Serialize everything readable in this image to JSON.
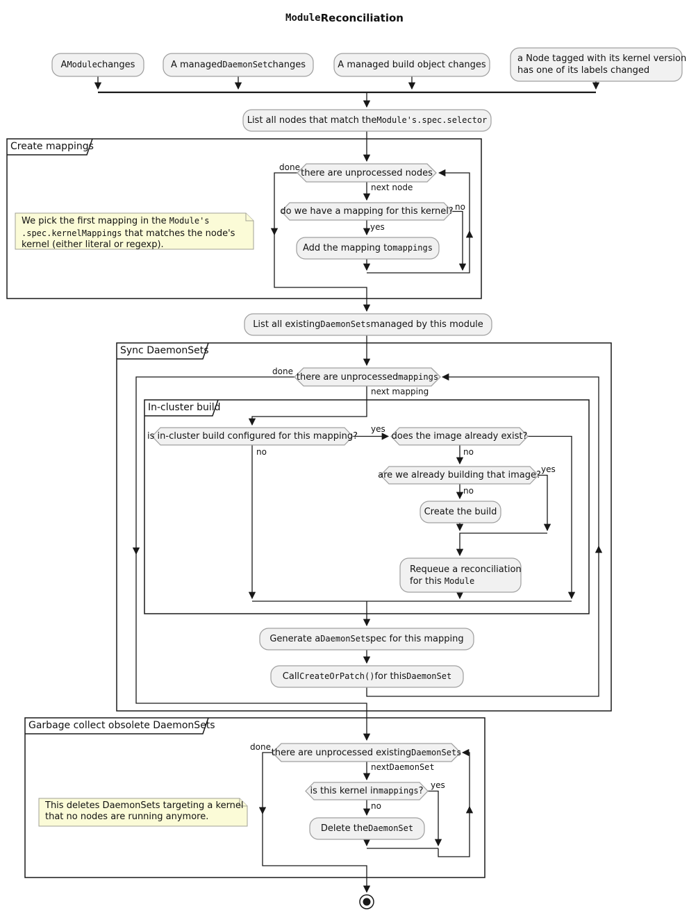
{
  "colors": {
    "node_fill": "#f1f1f1",
    "node_border": "#a0a0a0",
    "note_fill": "#fbfbd7",
    "note_border": "#a0a095",
    "line": "#181818",
    "text": "#111111",
    "bg": "#ffffff"
  },
  "title": {
    "segments": [
      {
        "t": "Module",
        "m": true
      },
      {
        "t": " Reconciliation"
      }
    ]
  },
  "start_events": {
    "module_changes": {
      "segments": [
        {
          "t": "A "
        },
        {
          "t": "Module",
          "m": true
        },
        {
          "t": " changes"
        }
      ]
    },
    "daemonset_changes": {
      "segments": [
        {
          "t": "A managed "
        },
        {
          "t": "DaemonSet",
          "m": true
        },
        {
          "t": " changes"
        }
      ]
    },
    "build_object_changes": {
      "segments": [
        {
          "t": "A managed build object changes"
        }
      ]
    },
    "node_labels_changed": {
      "segments": [
        {
          "t": "a Node tagged with its kernel version"
        },
        {
          "br": true
        },
        {
          "t": "has one of its labels changed"
        }
      ]
    }
  },
  "activities": {
    "list_nodes": {
      "segments": [
        {
          "t": "List all nodes that match the "
        },
        {
          "t": "Module's",
          "m": true
        },
        {
          "t": " "
        },
        {
          "t": ".spec.selector",
          "m": true
        }
      ]
    },
    "add_mapping": {
      "segments": [
        {
          "t": "Add the mapping to "
        },
        {
          "t": "mappings",
          "m": true
        }
      ]
    },
    "list_existing": {
      "segments": [
        {
          "t": "List all existing "
        },
        {
          "t": "DaemonSets",
          "m": true
        },
        {
          "t": " managed by this module"
        }
      ]
    },
    "create_build": {
      "segments": [
        {
          "t": "Create the build"
        }
      ]
    },
    "requeue": {
      "segments": [
        {
          "t": "Requeue a reconciliation"
        },
        {
          "br": true
        },
        {
          "t": "for this "
        },
        {
          "t": "Module",
          "m": true
        }
      ]
    },
    "generate_spec": {
      "segments": [
        {
          "t": "Generate a "
        },
        {
          "t": "DaemonSet",
          "m": true
        },
        {
          "t": " spec for this mapping"
        }
      ]
    },
    "call_create_or_patch": {
      "segments": [
        {
          "t": "Call "
        },
        {
          "t": "CreateOrPatch()",
          "m": true
        },
        {
          "t": " for this "
        },
        {
          "t": "DaemonSet",
          "m": true
        }
      ]
    },
    "delete_daemonset": {
      "segments": [
        {
          "t": "Delete the "
        },
        {
          "t": "DaemonSet",
          "m": true
        }
      ]
    }
  },
  "decisions": {
    "unprocessed_nodes": {
      "segments": [
        {
          "t": "there are unprocessed nodes"
        }
      ]
    },
    "mapping_for_kernel": {
      "segments": [
        {
          "t": "do we have a mapping for this kernel?"
        }
      ]
    },
    "unprocessed_mappings": {
      "segments": [
        {
          "t": "there are unprocessed "
        },
        {
          "t": "mappings",
          "m": true
        }
      ]
    },
    "in_cluster_configured": {
      "segments": [
        {
          "t": "is in-cluster build configured for this mapping?"
        }
      ]
    },
    "image_exists": {
      "segments": [
        {
          "t": "does the image already exist?"
        }
      ]
    },
    "already_building": {
      "segments": [
        {
          "t": "are we already building that image?"
        }
      ]
    },
    "unprocessed_existing": {
      "segments": [
        {
          "t": "there are unprocessed existing "
        },
        {
          "t": "DaemonSets",
          "m": true
        }
      ]
    },
    "kernel_in_mappings": {
      "segments": [
        {
          "t": "is this kernel in "
        },
        {
          "t": "mappings",
          "m": true
        },
        {
          "t": "?"
        }
      ]
    }
  },
  "partitions": {
    "create_mappings": {
      "label": "Create mappings"
    },
    "sync_daemonsets": {
      "label": "Sync DaemonSets"
    },
    "in_cluster_build": {
      "label": "In-cluster build"
    },
    "garbage_collect": {
      "label": "Garbage collect obsolete DaemonSets"
    }
  },
  "notes": {
    "pick_first_mapping": {
      "segments": [
        {
          "t": "We pick the first mapping in the "
        },
        {
          "t": "Module's",
          "m": true
        },
        {
          "br": true
        },
        {
          "t": ".spec.kernelMappings",
          "m": true
        },
        {
          "t": " that matches the node's"
        },
        {
          "br": true
        },
        {
          "t": "kernel (either literal or regexp)."
        }
      ]
    },
    "deletes_obsolete": {
      "segments": [
        {
          "t": "This deletes DaemonSets targeting a kernel"
        },
        {
          "br": true
        },
        {
          "t": "that no nodes are running anymore."
        }
      ]
    }
  },
  "edge_labels": {
    "done": "done",
    "yes": "yes",
    "no": "no",
    "next_node": "next node",
    "next_mapping": "next mapping",
    "next_daemonset": {
      "segments": [
        {
          "t": "next "
        },
        {
          "t": "DaemonSet",
          "m": true
        }
      ]
    }
  }
}
